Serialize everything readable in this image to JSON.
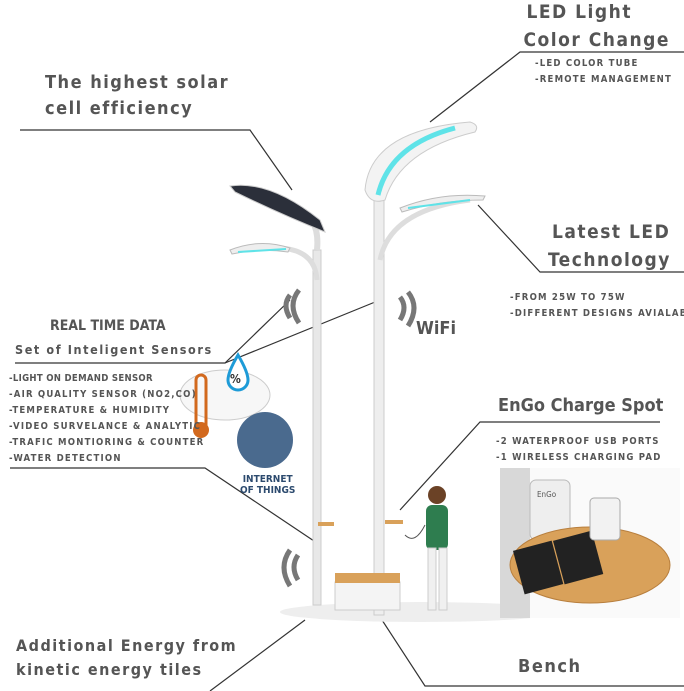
{
  "solar": {
    "title_line1": "The highest solar",
    "title_line2": "cell efficiency"
  },
  "led_color": {
    "title_line1": "LED Light",
    "title_line2": "Color Change",
    "items": [
      "-LED COLOR TUBE",
      "-REMOTE MANAGEMENT"
    ]
  },
  "latest_led": {
    "title_line1": "Latest LED",
    "title_line2": "Technology",
    "items": [
      "-FROM 25W TO 75W",
      "-DIFFERENT DESIGNS AVIALABLE"
    ]
  },
  "wifi": {
    "label": "WiFi"
  },
  "sensors": {
    "title": "REAL TIME DATA",
    "subtitle": "Set of Inteligent Sensors",
    "items": [
      "-LIGHT ON DEMAND SENSOR",
      "-AIR QUALITY SENSOR (NO2,CO)",
      "-TEMPERATURE & HUMIDITY",
      "-VIDEO SURVELANCE & ANALYTIC",
      "-TRAFIC MONTIORING & COUNTER",
      "-WATER DETECTION"
    ]
  },
  "iot": {
    "line1": "INTERNET",
    "line2": "OF THINGS",
    "humidity_symbol": "%"
  },
  "charge": {
    "title": "EnGo Charge Spot",
    "items": [
      "-2 WATERPROOF USB PORTS",
      "-1 WIRELESS CHARGING PAD"
    ],
    "brand": "EnGo"
  },
  "kinetic": {
    "title_line1": "Additional Energy from",
    "title_line2": "kinetic energy tiles"
  },
  "bench": {
    "title": "Bench"
  },
  "colors": {
    "text": "#555555",
    "led_cyan": "#5fe3e8",
    "wood": "#d9a15a",
    "thermo": "#d2691e"
  }
}
